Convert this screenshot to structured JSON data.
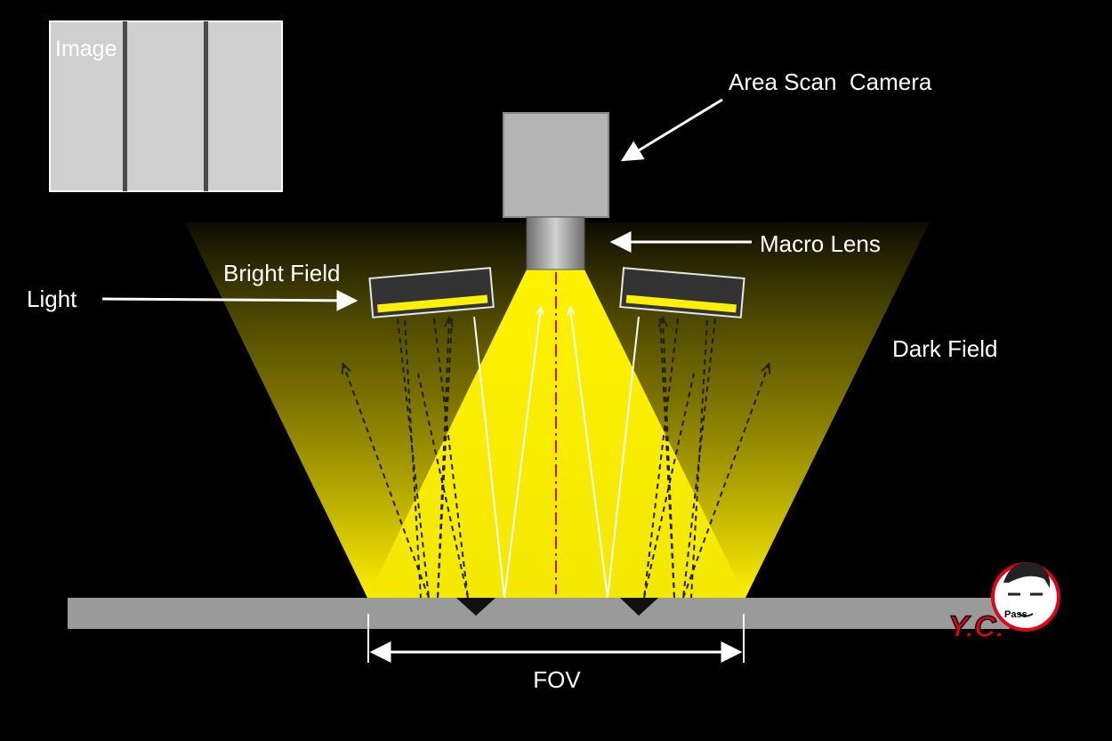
{
  "labels": {
    "image": "Image",
    "camera": "Area Scan  Camera",
    "lens": "Macro Lens",
    "bright_field": "Bright Field",
    "light": "Light",
    "dark_field": "Dark Field",
    "fov": "FOV"
  },
  "logo": {
    "text": "Y.C.",
    "sub": "Pass"
  },
  "colors": {
    "background": "#000000",
    "light_yellow": "#ffef00",
    "camera_body": "#b4b4b4",
    "lens": "#8c8c8c",
    "surface": "#9a9a9a",
    "image_panel": "#cfcfcf",
    "optical_axis": "#d01010",
    "logo_red": "#e60012"
  }
}
